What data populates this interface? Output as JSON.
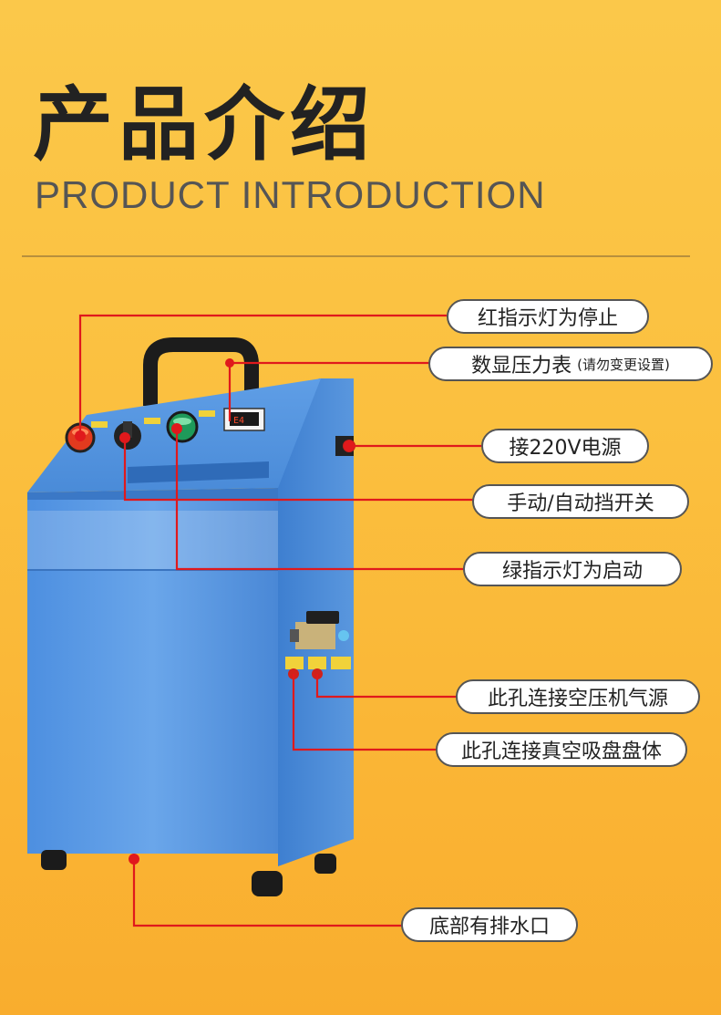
{
  "header": {
    "title_cn": "产品介绍",
    "title_en": "PRODUCT INTRODUCTION"
  },
  "callouts": {
    "red_light": "红指示灯为停止",
    "gauge": "数显压力表",
    "gauge_note": "(请勿变更设置)",
    "power": "接220V电源",
    "switch": "手动/自动挡开关",
    "green_light": "绿指示灯为启动",
    "air_source": "此孔连接空压机气源",
    "vacuum": "此孔连接真空吸盘盘体",
    "drain": "底部有排水口"
  },
  "colors": {
    "background": "#fbc84a",
    "machine_body": "#5b9ae0",
    "leader_line": "#e0191c",
    "callout_border": "#555555"
  }
}
